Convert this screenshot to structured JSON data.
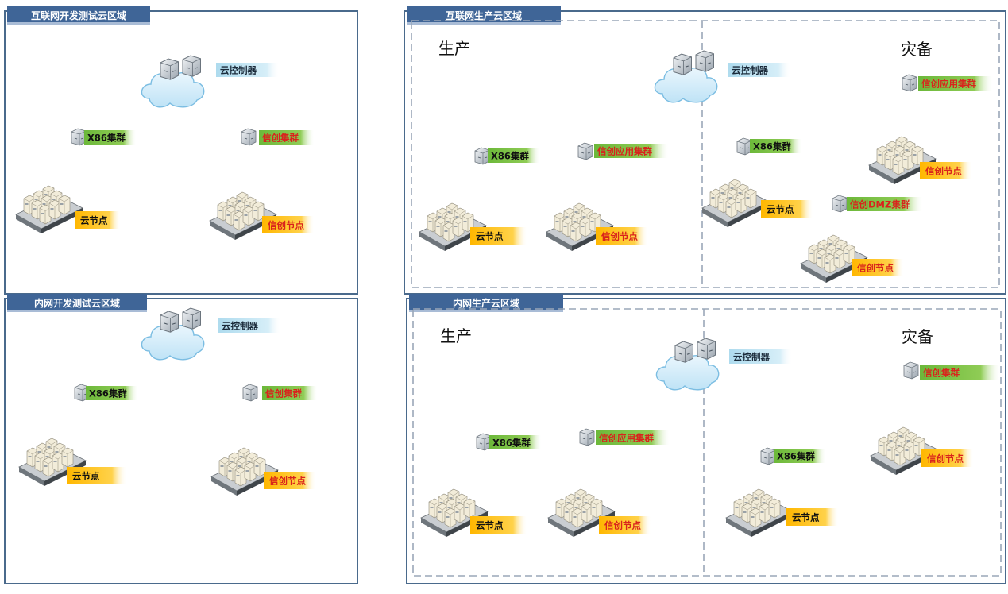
{
  "panels": {
    "internet_dev": {
      "title": "互联网开发测试云区域",
      "controller": "云控制器",
      "left_cluster": "X86集群",
      "right_cluster": "信创集群",
      "left_nodes": "云节点",
      "right_nodes": "信创节点"
    },
    "intranet_dev": {
      "title": "内网开发测试云区域",
      "controller": "云控制器",
      "left_cluster": "X86集群",
      "right_cluster": "信创集群",
      "left_nodes": "云节点",
      "right_nodes": "信创节点"
    },
    "internet_prod": {
      "title": "互联网生产云区域",
      "prod_label": "生产",
      "dr_label": "灾备",
      "controller": "云控制器",
      "prod_x86_cluster": "X86集群",
      "prod_xc_app_cluster": "信创应用集群",
      "prod_x86_nodes": "云节点",
      "prod_xc_nodes": "信创节点",
      "dr_xc_app_cluster": "信创应用集群",
      "dr_xc_nodes": "信创节点",
      "dr_x86_cluster": "X86集群",
      "dr_x86_nodes": "云节点",
      "dr_dmz_cluster": "信创DMZ集群",
      "dr_dmz_nodes": "信创节点"
    },
    "intranet_prod": {
      "title": "内网生产云区域",
      "prod_label": "生产",
      "dr_label": "灾备",
      "controller": "云控制器",
      "prod_x86_cluster": "X86集群",
      "prod_xc_app_cluster": "信创应用集群",
      "prod_x86_nodes": "云节点",
      "prod_xc_nodes": "信创节点",
      "dr_xc_cluster": "信创集群",
      "dr_xc_nodes": "信创节点",
      "dr_x86_cluster": "X86集群",
      "dr_x86_nodes": "云节点"
    }
  },
  "colors": {
    "panel_border": "#4a6a8c",
    "title_tab": "#3f6597",
    "dash_border": "#9aa7b8",
    "link_blue": "#4f7ec2",
    "link_orange": "#e8771e",
    "green_label_bg": "#7cc242",
    "orange_label_bg": "#ffc000",
    "xc_text": "#d9231d",
    "ctrl_label_bg": "#bfe0ef"
  },
  "icons": {
    "cloud": "cloud-icon",
    "switch": "switch-icon",
    "server_rack": "server-rack-icon"
  }
}
